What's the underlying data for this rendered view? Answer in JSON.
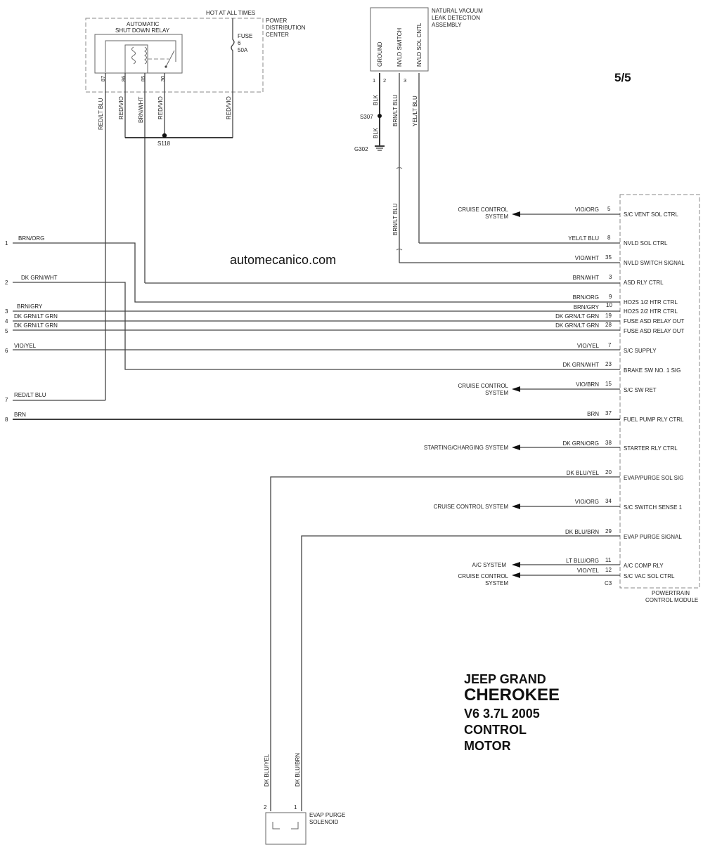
{
  "page_label": "5/5",
  "website": "automecanico.com",
  "title": {
    "line1": "JEEP GRAND",
    "line2": "CHEROKEE",
    "line3": "V6 3.7L 2005",
    "line4": "CONTROL",
    "line5": "MOTOR"
  },
  "pdc": {
    "hot": "HOT AT ALL TIMES",
    "name1": "POWER",
    "name2": "DISTRIBUTION",
    "name3": "CENTER",
    "relay1": "AUTOMATIC",
    "relay2": "SHUT DOWN RELAY",
    "fuse1": "FUSE",
    "fuse2": "6",
    "fuse3": "50A",
    "pins": [
      "87",
      "86",
      "85",
      "30"
    ],
    "w_87": "RED/LT BLU",
    "w_86": "RED/VIO",
    "w_85": "BRN/WHT",
    "w_30": "RED/VIO",
    "w_fuse": "RED/VIO",
    "splice": "S118"
  },
  "nvld": {
    "name1": "NATURAL VACUUM",
    "name2": "LEAK DETECTION",
    "name3": "ASSEMBLY",
    "pin_names": [
      "GROUND",
      "NVLD SWITCH",
      "NVLD SOL CNTL"
    ],
    "pin_numbers": [
      "1",
      "2",
      "3"
    ],
    "w1": "BLK",
    "w1b": "BLK",
    "w2": "BRN/LT BLU",
    "w2b": "BRN/LT BLU",
    "w3": "YEL/LT BLU",
    "splice": "S307",
    "ground": "G302"
  },
  "left_connectors": [
    {
      "num": "1",
      "wire": "BRN/ORG"
    },
    {
      "num": "2",
      "wire": "DK GRN/WHT"
    },
    {
      "num": "3",
      "wire": "BRN/GRY"
    },
    {
      "num": "4",
      "wire": "DK GRN/LT GRN"
    },
    {
      "num": "5",
      "wire": "DK GRN/LT GRN"
    },
    {
      "num": "6",
      "wire": "VIO/YEL"
    },
    {
      "num": "7",
      "wire": "RED/LT BLU"
    },
    {
      "num": "8",
      "wire": "BRN"
    }
  ],
  "pcm": {
    "name1": "POWERTRAIN",
    "name2": "CONTROL MODULE",
    "connector": "C3",
    "pins": [
      {
        "pin": "5",
        "wire": "VIO/ORG",
        "func": "S/C VENT SOL CTRL"
      },
      {
        "pin": "8",
        "wire": "YEL/LT BLU",
        "func": "NVLD SOL CTRL"
      },
      {
        "pin": "35",
        "wire": "VIO/WHT",
        "func": "NVLD SWITCH SIGNAL"
      },
      {
        "pin": "3",
        "wire": "BRN/WHT",
        "func": "ASD RLY CTRL"
      },
      {
        "pin": "9",
        "wire": "BRN/ORG",
        "func": "HO2S 1/2 HTR CTRL"
      },
      {
        "pin": "10",
        "wire": "BRN/GRY",
        "func": "HO2S 2/2 HTR CTRL"
      },
      {
        "pin": "19",
        "wire": "DK GRN/LT GRN",
        "func": "FUSE ASD RELAY OUT"
      },
      {
        "pin": "28",
        "wire": "DK GRN/LT GRN",
        "func": "FUSE ASD RELAY OUT"
      },
      {
        "pin": "7",
        "wire": "VIO/YEL",
        "func": "S/C SUPPLY"
      },
      {
        "pin": "23",
        "wire": "DK GRN/WHT",
        "func": "BRAKE SW NO. 1 SIG"
      },
      {
        "pin": "15",
        "wire": "VIO/BRN",
        "func": "S/C SW RET"
      },
      {
        "pin": "37",
        "wire": "BRN",
        "func": "FUEL PUMP RLY CTRL"
      },
      {
        "pin": "38",
        "wire": "DK GRN/ORG",
        "func": "STARTER RLY CTRL"
      },
      {
        "pin": "20",
        "wire": "DK BLU/YEL",
        "func": "EVAP/PURGE SOL SIG"
      },
      {
        "pin": "34",
        "wire": "VIO/ORG",
        "func": "S/C SWITCH SENSE 1"
      },
      {
        "pin": "29",
        "wire": "DK BLU/BRN",
        "func": "EVAP PURGE SIGNAL"
      },
      {
        "pin": "11",
        "wire": "LT BLU/ORG",
        "func": "A/C COMP RLY"
      },
      {
        "pin": "12",
        "wire": "VIO/YEL",
        "func": "S/C VAC SOL CTRL"
      }
    ]
  },
  "destinations": {
    "cruise1": "CRUISE CONTROL",
    "cruise2": "SYSTEM",
    "cruise_single": "CRUISE CONTROL SYSTEM",
    "starting": "STARTING/CHARGING SYSTEM",
    "ac": "A/C SYSTEM"
  },
  "evap": {
    "name1": "EVAP PURGE",
    "name2": "SOLENOID",
    "pin2": "2",
    "pin1": "1",
    "w2": "DK BLU/YEL",
    "w1": "DK BLU/BRN"
  }
}
